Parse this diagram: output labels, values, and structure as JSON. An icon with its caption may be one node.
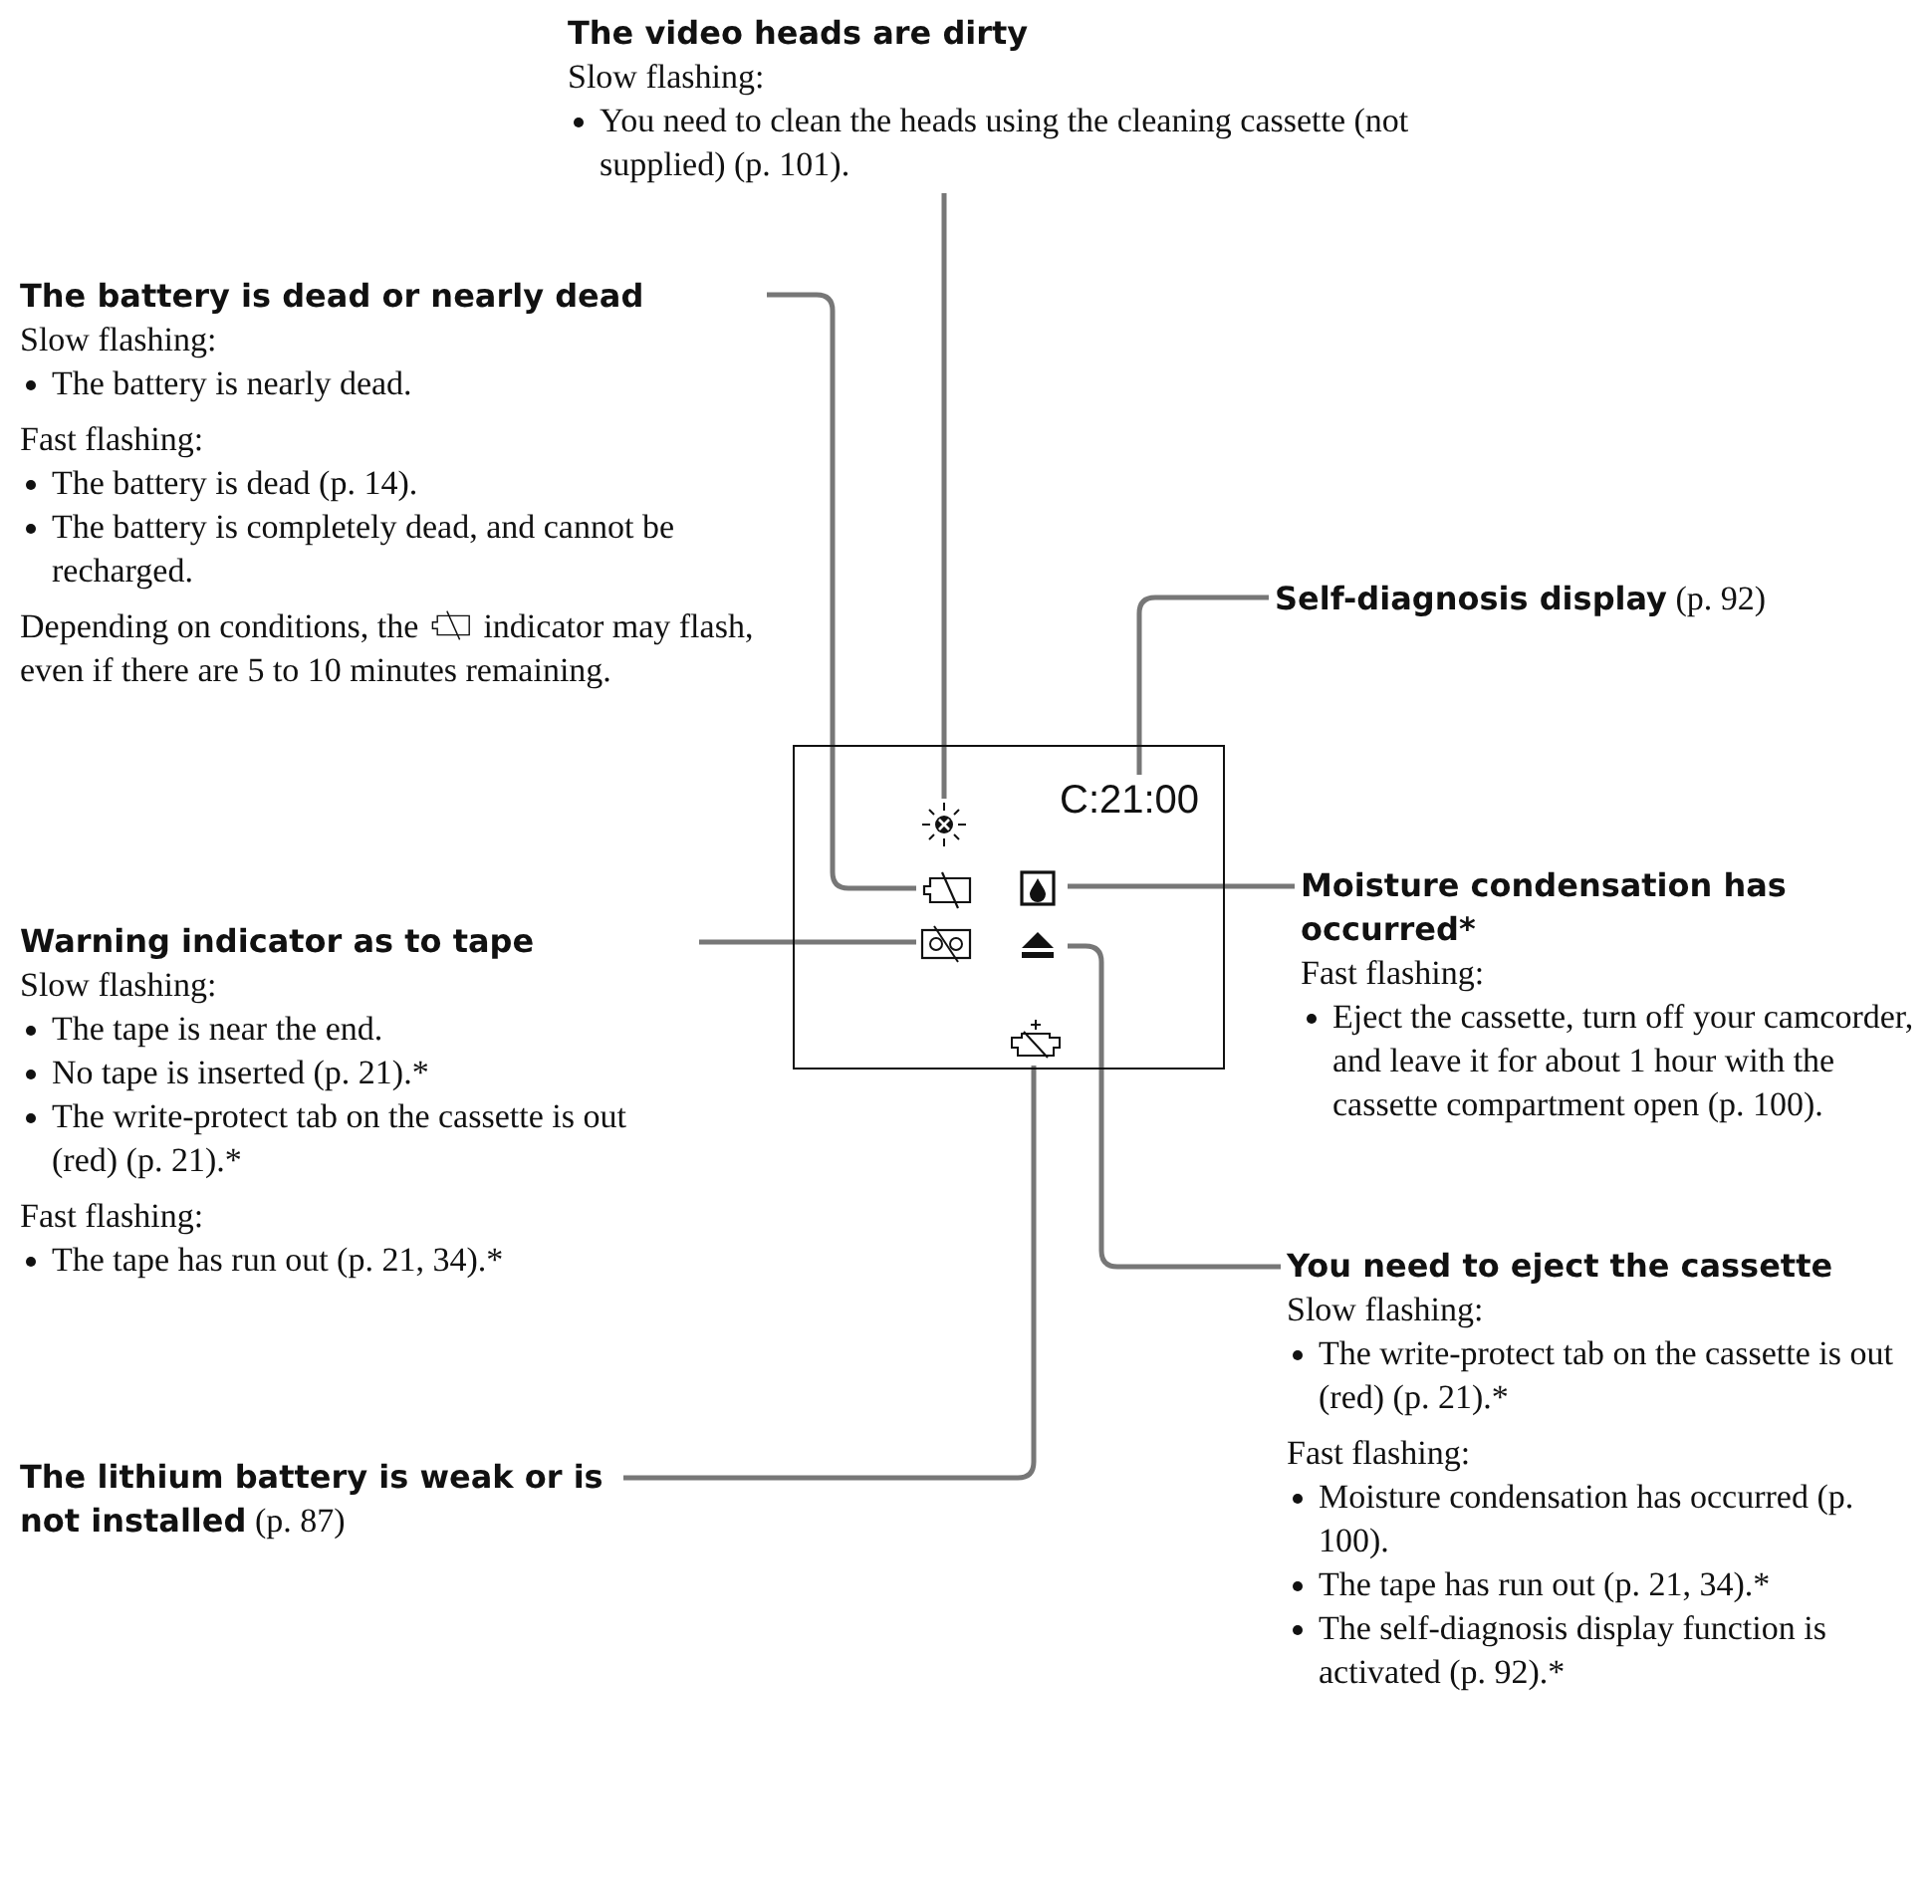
{
  "diagram": {
    "nodes": [
      {
        "text": [
          "The video heads are dirty",
          "Slow flashing:",
          "You need to clean the heads using the cleaning cassette (not supplied) (p. 101)."
        ]
      },
      {
        "text": [
          "The battery is dead or nearly dead",
          "Slow flashing:",
          "The battery is nearly dead.",
          "Fast flashing:",
          "The battery is dead (p. 14).",
          "The battery is completely dead, and cannot be recharged.",
          "Depending on conditions, the",
          "indicator may flash, even if there are 5 to 10 minutes remaining."
        ]
      },
      {
        "text": [
          "**Self-diagnosis display** (p. 92)"
        ]
      },
      {
        "text": [],
        "shape": "box"
      },
      {
        "text": [
          "C:21:00"
        ],
        "in": 3
      },
      {
        "text": [],
        "shape": "icon",
        "in": 3
      },
      {
        "text": [],
        "shape": "icon",
        "in": 3
      },
      {
        "text": [],
        "shape": "icon",
        "in": 3
      },
      {
        "text": [],
        "shape": "icon",
        "in": 3
      },
      {
        "text": [],
        "shape": "icon",
        "in": 3
      },
      {
        "text": [],
        "shape": "icon",
        "in": 3
      },
      {
        "text": [
          "Warning indicator as to tape",
          "Slow flashing:",
          "The tape is near the end.",
          "No tape is inserted (p. 21).*",
          "The write-protect tab on the cassette is out (red) (p. 21).*",
          "Fast flashing:",
          "The tape has run out (p. 21, 34).*"
        ]
      },
      {
        "text": [
          "Moisture condensation has occurred*",
          "Fast flashing:",
          "Eject the cassette, turn off your camcorder, and leave it for about 1 hour with the cassette compartment open (p. 100)."
        ]
      },
      {
        "text": [
          "You need to eject the cassette",
          "Slow flashing:",
          "The write-protect tab on the cassette is out (red) (p. 21).*",
          "Fast flashing:",
          "Moisture condensation has occurred (p. 100).",
          "The tape has run out (p. 21, 34).*",
          "The self-diagnosis display function is activated (p. 92).*"
        ]
      },
      {
        "text": [
          "**The lithium battery is weak or is not installed** (p. 87)"
        ]
      }
    ],
    "edges": [
      {
        "from": 0,
        "to": 5,
        "arrow": "none"
      },
      {
        "from": 1,
        "to": 6,
        "arrow": "none"
      },
      {
        "from": 2,
        "to": 4,
        "arrow": "none"
      },
      {
        "from": 12,
        "to": 7,
        "arrow": "none"
      },
      {
        "from": 11,
        "to": 8,
        "arrow": "none"
      },
      {
        "from": 13,
        "to": 9,
        "arrow": "none"
      },
      {
        "from": 14,
        "to": 10,
        "arrow": "none"
      }
    ]
  }
}
